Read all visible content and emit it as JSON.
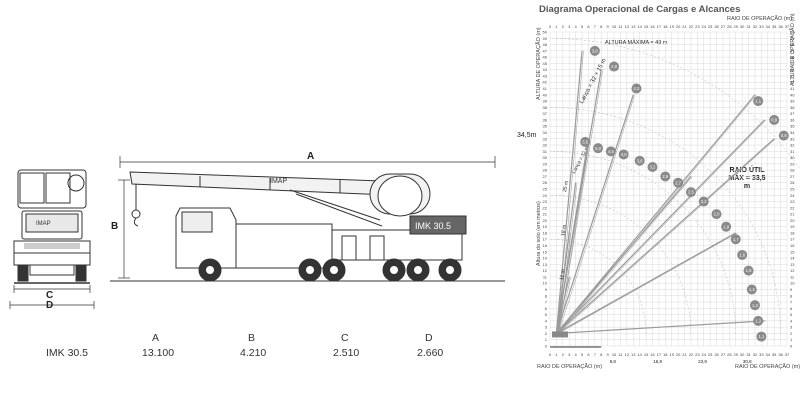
{
  "specs": {
    "columns": [
      "A",
      "B",
      "C",
      "D"
    ],
    "model": "IMK 30.5",
    "values": [
      "13.100",
      "4.210",
      "2.510",
      "2.660"
    ]
  },
  "drawing": {
    "dim_a": "A",
    "dim_b": "B",
    "dim_c": "C",
    "dim_d": "D",
    "brand": "IMAP",
    "model_plate": "IMK 30.5"
  },
  "diagram": {
    "title": "Diagrama Operacional de Cargas e Alcances",
    "x_axis_label": "RAIO DE OPERAÇÃO (m)",
    "y_axis_label": "ALTURA DE OPERAÇÃO (m)",
    "ground_label": "Altura do solo (em metros)",
    "max_height": "ALTURA MÁXIMA = 49 m",
    "jib": "Lança = 32 + 15 m",
    "boom": "Lança = 32 m",
    "side_height": "34,5m",
    "radius_note": "RAIO ÚTIL MÁX = 33,5 m",
    "x_ticks": [
      "0",
      "1",
      "2",
      "3",
      "4",
      "5",
      "6",
      "7",
      "8",
      "9",
      "10",
      "11",
      "12",
      "13",
      "14",
      "15",
      "16",
      "17",
      "18",
      "19",
      "20",
      "21",
      "22",
      "23",
      "24",
      "25",
      "26",
      "27",
      "28",
      "29",
      "30",
      "31",
      "32",
      "33",
      "34",
      "35",
      "36",
      "37"
    ],
    "y_ticks": [
      "0",
      "1",
      "2",
      "3",
      "4",
      "5",
      "6",
      "7",
      "8",
      "9",
      "10",
      "11",
      "12",
      "13",
      "14",
      "15",
      "16",
      "17",
      "18",
      "19",
      "20",
      "21",
      "22",
      "23",
      "24",
      "25",
      "26",
      "27",
      "28",
      "29",
      "30",
      "31",
      "32",
      "33",
      "34",
      "35",
      "36",
      "37",
      "38",
      "39",
      "40",
      "41",
      "42",
      "43",
      "44",
      "45",
      "46",
      "47",
      "48",
      "49",
      "50"
    ],
    "boom_labels": [
      "25 m",
      "18 m",
      "11 m"
    ],
    "bottom_marks": [
      "9,8",
      "16,8",
      "23,8",
      "30,8"
    ],
    "loads": [
      {
        "label": "3,6",
        "r": 7,
        "h": 47
      },
      {
        "label": "2,8",
        "r": 10,
        "h": 44.5
      },
      {
        "label": "2,2",
        "r": 13.5,
        "h": 41
      },
      {
        "label": "1,1",
        "r": 32.5,
        "h": 39
      },
      {
        "label": "0,9",
        "r": 35,
        "h": 36
      },
      {
        "label": "0,8",
        "r": 36.5,
        "h": 33.5
      },
      {
        "label": "5,5",
        "r": 5.5,
        "h": 32.5
      },
      {
        "label": "5,0",
        "r": 7.5,
        "h": 31.5
      },
      {
        "label": "4,5",
        "r": 9.5,
        "h": 31
      },
      {
        "label": "4,0",
        "r": 11.5,
        "h": 30.5
      },
      {
        "label": "3,6",
        "r": 14,
        "h": 29.5
      },
      {
        "label": "3,2",
        "r": 16,
        "h": 28.5
      },
      {
        "label": "2,9",
        "r": 18,
        "h": 27
      },
      {
        "label": "2,7",
        "r": 20,
        "h": 26
      },
      {
        "label": "2,5",
        "r": 22,
        "h": 24.5
      },
      {
        "label": "2,2",
        "r": 24,
        "h": 23
      },
      {
        "label": "2,0",
        "r": 26,
        "h": 21
      },
      {
        "label": "1,8",
        "r": 27.5,
        "h": 19
      },
      {
        "label": "1,7",
        "r": 29,
        "h": 17
      },
      {
        "label": "1,6",
        "r": 30,
        "h": 14.5
      },
      {
        "label": "1,5",
        "r": 31,
        "h": 12
      },
      {
        "label": "1,4",
        "r": 31.5,
        "h": 9
      },
      {
        "label": "1,3",
        "r": 32,
        "h": 6.5
      },
      {
        "label": "1,2",
        "r": 32.5,
        "h": 4
      },
      {
        "label": "1,1",
        "r": 33,
        "h": 1.5
      }
    ],
    "colors": {
      "grid": "#cfcfcf",
      "boom": "#9a9a9a",
      "load": "#8a8a8a",
      "title": "#555555"
    }
  }
}
